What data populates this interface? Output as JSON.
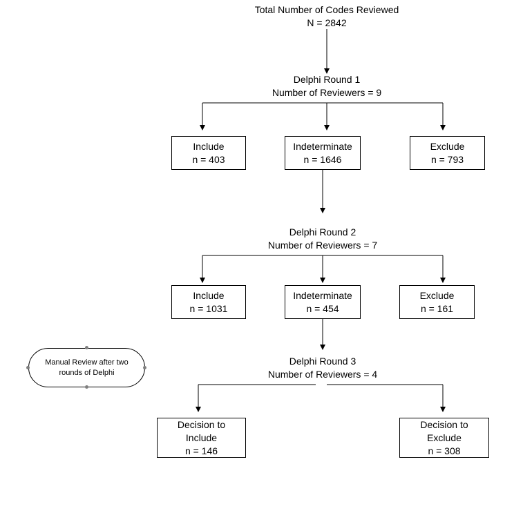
{
  "top": {
    "line1": "Total Number of Codes Reviewed",
    "line2": "N = 2842"
  },
  "round1": {
    "title": "Delphi Round 1",
    "reviewers": "Number of Reviewers = 9",
    "include": {
      "label": "Include",
      "count": "n = 403"
    },
    "indeterminate": {
      "label": "Indeterminate",
      "count": "n = 1646"
    },
    "exclude": {
      "label": "Exclude",
      "count": "n = 793"
    }
  },
  "round2": {
    "title": "Delphi Round 2",
    "reviewers": "Number of Reviewers = 7",
    "include": {
      "label": "Include",
      "count": "n = 1031"
    },
    "indeterminate": {
      "label": "Indeterminate",
      "count": "n = 454"
    },
    "exclude": {
      "label": "Exclude",
      "count": "n = 161"
    }
  },
  "manual_review": {
    "line1": "Manual Review after two",
    "line2": "rounds of Delphi"
  },
  "round3": {
    "title": "Delphi Round 3",
    "reviewers": "Number of Reviewers = 4",
    "include": {
      "line1": "Decision to",
      "line2": "Include",
      "count": "n = 146"
    },
    "exclude": {
      "line1": "Decision to",
      "line2": "Exclude",
      "count": "n = 308"
    }
  }
}
